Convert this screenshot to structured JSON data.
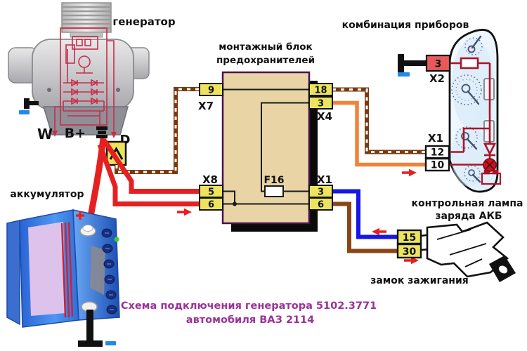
{
  "caption": {
    "line1": "Схема подключения генератора 5102.3771",
    "line2": "автомобиля ВАЗ 2114"
  },
  "labels": {
    "generator": "генератор",
    "fuse_block_1": "монтажный блок",
    "fuse_block_2": "предохранителей",
    "cluster": "комбинация приборов",
    "battery": "аккумулятор",
    "charge_lamp_1": "контрольная лампа",
    "charge_lamp_2": "заряда АКБ",
    "ignition": "замок зажигания"
  },
  "generator": {
    "terminal_w": "W",
    "terminal_b": "B+",
    "terminal_d": "D"
  },
  "fuse_block": {
    "fuse": "F16",
    "x7": {
      "label": "X7",
      "pin9": "9"
    },
    "x8": {
      "label": "X8",
      "pin5": "5",
      "pin6": "6"
    },
    "x4": {
      "label": "X4",
      "pin18": "18",
      "pin3": "3"
    },
    "x1": {
      "label": "X1",
      "pin3": "3",
      "pin6": "6"
    }
  },
  "cluster": {
    "x2": {
      "label": "X2",
      "pin3": "3"
    },
    "x1": {
      "label": "X1",
      "pin12": "12",
      "pin10": "10"
    }
  },
  "ignition": {
    "pin15": "15",
    "pin30": "30"
  },
  "colors": {
    "wire_red": "#e62020",
    "wire_brown_dashed": "#7b3a0e",
    "wire_orange": "#f0833a",
    "wire_blue": "#1616e6",
    "wire_brown_solid": "#8a4516",
    "cluster_circuit_dark_red": "#aa1528",
    "generator_circuit_red": "#cc2a4a",
    "connector_yellow": "#ece45e",
    "connector_red": "#e85a5a",
    "fuse_block_fill": "#e8d4a4",
    "caption_purple": "#993399",
    "ground_mark_blue": "#2288ee",
    "cluster_fill": "#e9f3fc",
    "battery_blue": "#2f7be8",
    "battery_label_lavender": "#ddc2ec"
  }
}
